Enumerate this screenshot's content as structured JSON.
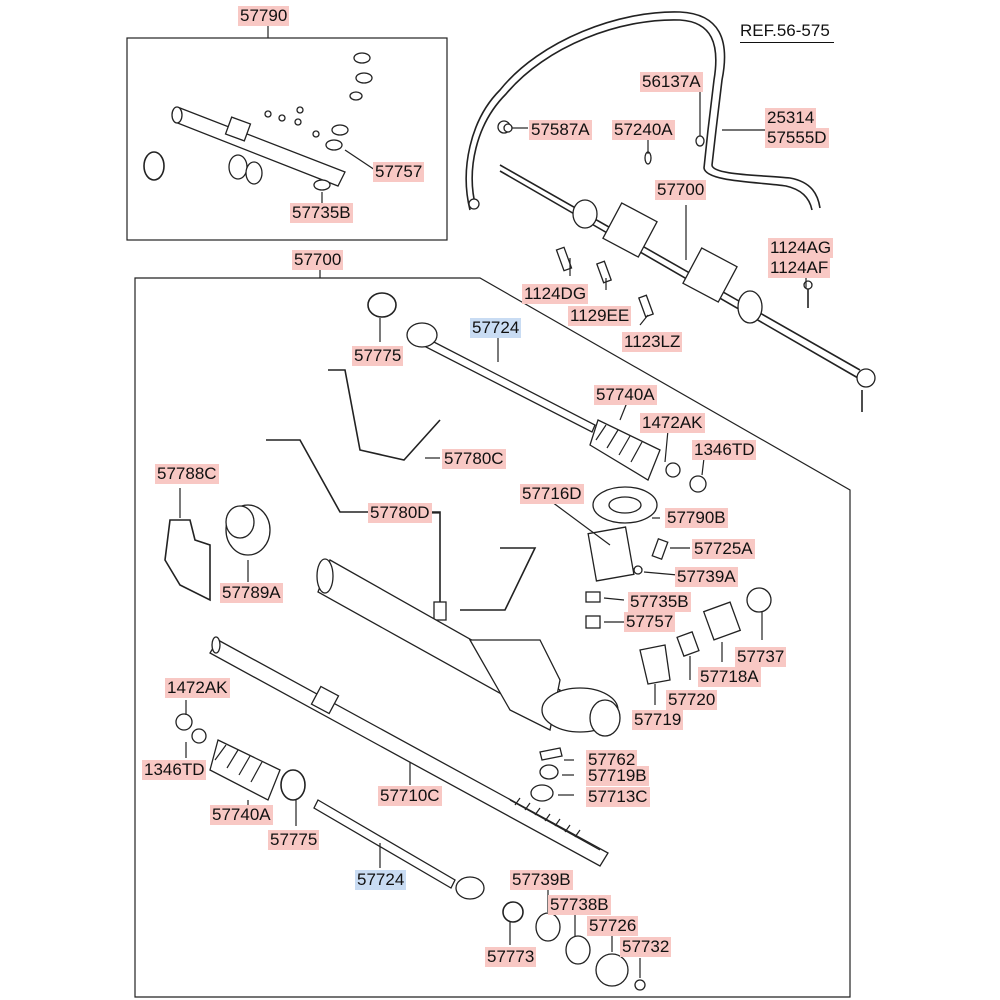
{
  "ref_label": "REF.56-575",
  "labels": {
    "l57790_top": "57790",
    "l57757_box": "57757",
    "l57735B_box": "57735B",
    "l57700_main": "57700",
    "l56137A": "56137A",
    "l57587A": "57587A",
    "l57240A": "57240A",
    "l25314": "25314",
    "l57555D": "57555D",
    "l57700_top": "57700",
    "l1124AG": "1124AG",
    "l1124AF": "1124AF",
    "l1124DG": "1124DG",
    "l1129EE": "1129EE",
    "l1123LZ": "1123LZ",
    "l57775_top": "57775",
    "l57724_top": "57724",
    "l57740A_top": "57740A",
    "l1472AK_top": "1472AK",
    "l1346TD_top": "1346TD",
    "l57780C": "57780C",
    "l57788C": "57788C",
    "l57780D": "57780D",
    "l57716D": "57716D",
    "l57790B": "57790B",
    "l57789A": "57789A",
    "l57725A": "57725A",
    "l57739A": "57739A",
    "l57735B": "57735B",
    "l57757": "57757",
    "l57737": "57737",
    "l57720": "57720",
    "l57718A": "57718A",
    "l57719": "57719",
    "l1472AK_bot": "1472AK",
    "l1346TD_bot": "1346TD",
    "l57762": "57762",
    "l57719B": "57719B",
    "l57713C": "57713C",
    "l57710C": "57710C",
    "l57740A_bot": "57740A",
    "l57775_bot": "57775",
    "l57724_bot": "57724",
    "l57739B": "57739B",
    "l57738B": "57738B",
    "l57726": "57726",
    "l57732": "57732",
    "l57773": "57773"
  }
}
